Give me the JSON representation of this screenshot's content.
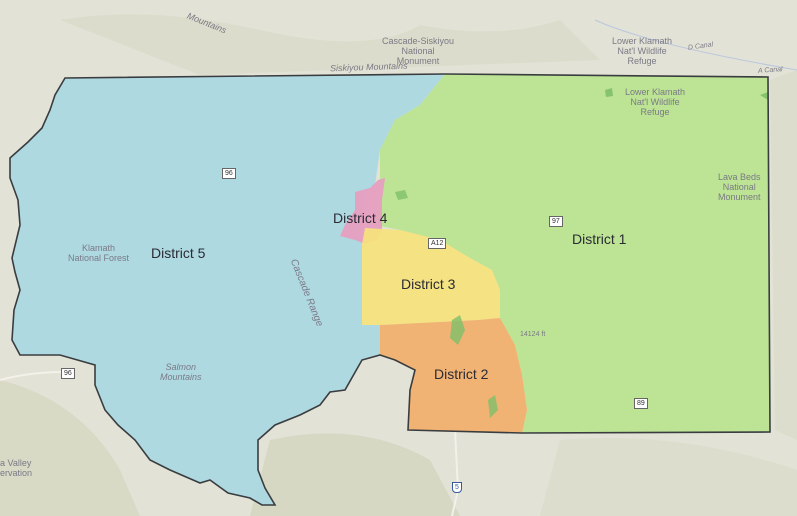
{
  "map": {
    "districts": [
      {
        "id": "district-1",
        "name": "District 1",
        "color": "#b9e48e"
      },
      {
        "id": "district-2",
        "name": "District 2",
        "color": "#f1b06e"
      },
      {
        "id": "district-3",
        "name": "District 3",
        "color": "#f6e27d"
      },
      {
        "id": "district-4",
        "name": "District 4",
        "color": "#e69fc0"
      },
      {
        "id": "district-5",
        "name": "District 5",
        "color": "#a9d8e2"
      }
    ],
    "places": {
      "mountains": "Mountains",
      "cascade_siskiyou": "Cascade-Siskiyou\nNational\nMonument",
      "lower_klamath_top": "Lower Klamath\nNat'l Wildlife\nRefuge",
      "lower_klamath_inner": "Lower Klamath\nNat'l Wildlife\nRefuge",
      "siskiyou_mountains": "Siskiyou Mountains",
      "lava_beds": "Lava Beds\nNational\nMonument",
      "klamath_nf": "Klamath\nNational Forest",
      "cascade_range": "Cascade Range",
      "salmon_mountains": "Salmon\nMountains",
      "elevation": "14124 ft",
      "valley_res": "a Valley\nervation",
      "canal": "D Canal",
      "canal_right": "A Canal"
    },
    "shields": {
      "r96_a": "96",
      "r96_b": "96",
      "r97": "97",
      "a12": "A12",
      "r89": "89",
      "i5": "5"
    }
  }
}
